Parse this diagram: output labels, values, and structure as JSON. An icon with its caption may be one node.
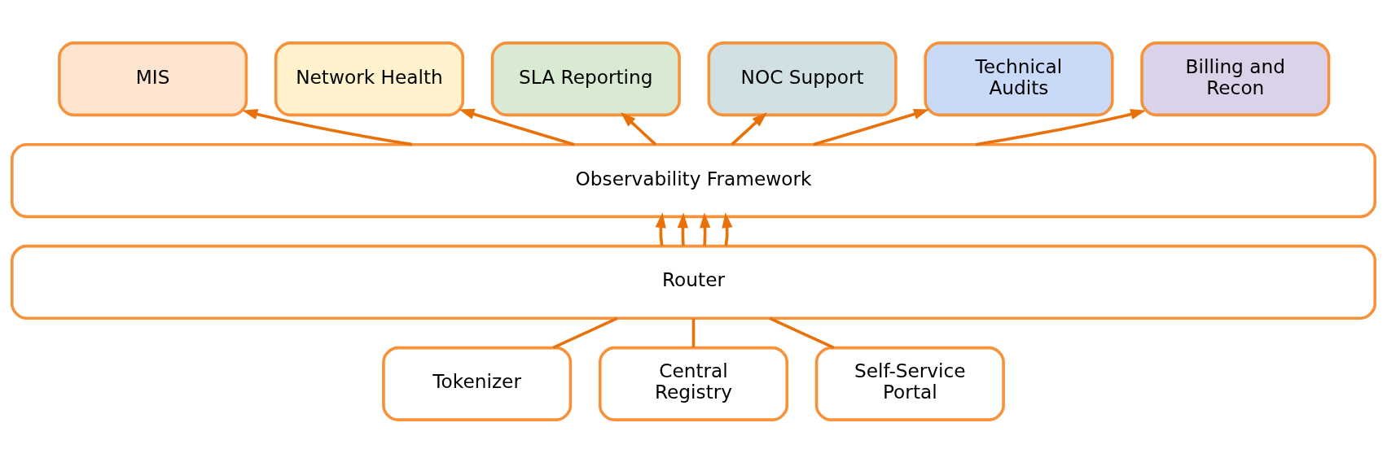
{
  "diagram": {
    "nodes": [
      {
        "text": [
          "MIS"
        ]
      },
      {
        "text": [
          "Network Health"
        ]
      },
      {
        "text": [
          "SLA Reporting"
        ]
      },
      {
        "text": [
          "NOC Support"
        ]
      },
      {
        "text": [
          "Technical Audits"
        ]
      },
      {
        "text": [
          "Billing and Recon"
        ]
      },
      {
        "text": [
          "Observability Framework"
        ]
      },
      {
        "text": [
          "Router"
        ]
      },
      {
        "text": [
          "Tokenizer"
        ]
      },
      {
        "text": [
          "Central Registry"
        ]
      },
      {
        "text": [
          "Self-Service Portal"
        ]
      }
    ],
    "edges": [
      {
        "from": 6,
        "to": 0,
        "arrow": "to"
      },
      {
        "from": 6,
        "to": 1,
        "arrow": "to"
      },
      {
        "from": 6,
        "to": 2,
        "arrow": "to"
      },
      {
        "from": 6,
        "to": 3,
        "arrow": "to"
      },
      {
        "from": 6,
        "to": 4,
        "arrow": "to"
      },
      {
        "from": 6,
        "to": 5,
        "arrow": "to"
      },
      {
        "from": 7,
        "to": 6,
        "arrow": "to"
      },
      {
        "from": 7,
        "to": 6,
        "arrow": "to"
      },
      {
        "from": 7,
        "to": 6,
        "arrow": "to"
      },
      {
        "from": 7,
        "to": 6,
        "arrow": "to"
      },
      {
        "from": 8,
        "to": 7,
        "arrow": "none"
      },
      {
        "from": 9,
        "to": 7,
        "arrow": "none"
      },
      {
        "from": 10,
        "to": 7,
        "arrow": "none"
      }
    ]
  }
}
